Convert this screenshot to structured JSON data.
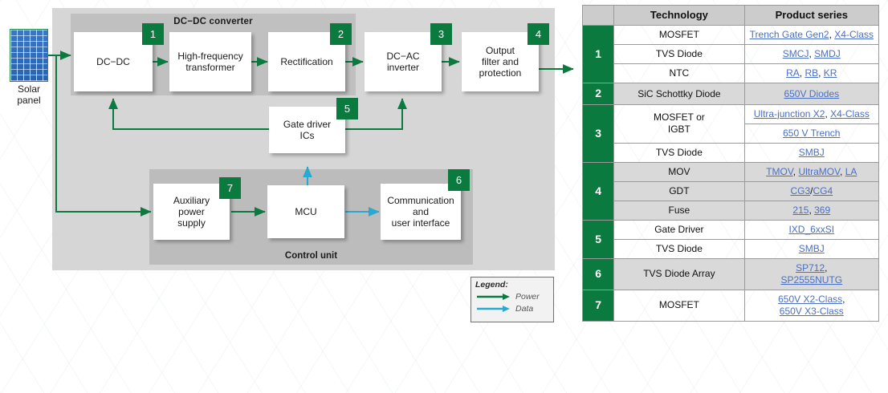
{
  "diagram": {
    "source": {
      "label": "Solar\npanel",
      "name": "solar-panel"
    },
    "groups": {
      "converter_label": "DC−DC converter",
      "control_label": "Control unit"
    },
    "blocks": [
      {
        "id": "dc-dc",
        "label": "DC−DC",
        "badge": "1"
      },
      {
        "id": "hf-xfmr",
        "label": "High-frequency\ntransformer",
        "badge": ""
      },
      {
        "id": "rectification",
        "label": "Rectification",
        "badge": "2"
      },
      {
        "id": "dc-ac",
        "label": "DC−AC\ninverter",
        "badge": "3"
      },
      {
        "id": "output-filter",
        "label": "Output\nfilter and\nprotection",
        "badge": "4"
      },
      {
        "id": "gate-driver",
        "label": "Gate driver\nICs",
        "badge": "5"
      },
      {
        "id": "aux-power",
        "label": "Auxiliary\npower\nsupply",
        "badge": "7"
      },
      {
        "id": "mcu",
        "label": "MCU",
        "badge": ""
      },
      {
        "id": "comm-ui",
        "label": "Communication\nand\nuser interface",
        "badge": "6"
      }
    ],
    "legend": {
      "title": "Legend:",
      "items": [
        {
          "label": "Power",
          "color": "#0b7a3e"
        },
        {
          "label": "Data",
          "color": "#29a8d0"
        }
      ]
    }
  },
  "table": {
    "headers": [
      "",
      "Technology",
      "Product series"
    ],
    "rows": [
      {
        "num": "1",
        "span": 3,
        "alt": false,
        "tech": "MOSFET",
        "products": [
          {
            "t": "Trench Gate Gen2",
            "link": true
          },
          {
            "t": ", ",
            "link": false
          },
          {
            "t": "X4-Class",
            "link": true
          }
        ]
      },
      {
        "num": "",
        "span": 0,
        "alt": false,
        "tech": "TVS Diode",
        "products": [
          {
            "t": "SMCJ",
            "link": true
          },
          {
            "t": ", ",
            "link": false
          },
          {
            "t": "SMDJ",
            "link": true
          }
        ]
      },
      {
        "num": "",
        "span": 0,
        "alt": false,
        "tech": "NTC",
        "products": [
          {
            "t": "RA",
            "link": true
          },
          {
            "t": ", ",
            "link": false
          },
          {
            "t": "RB",
            "link": true
          },
          {
            "t": ", ",
            "link": false
          },
          {
            "t": "KR",
            "link": true
          }
        ]
      },
      {
        "num": "2",
        "span": 1,
        "alt": true,
        "tech": "SiC Schottky Diode",
        "products": [
          {
            "t": "650V Diodes",
            "link": true
          }
        ]
      },
      {
        "num": "3",
        "span": 3,
        "alt": false,
        "tech": "MOSFET or\nIGBT",
        "products": [
          {
            "t": "Ultra-junction X2",
            "link": true
          },
          {
            "t": ", ",
            "link": false
          },
          {
            "t": "X4-Class",
            "link": true
          }
        ]
      },
      {
        "num": "",
        "span": 0,
        "alt": false,
        "tech": "",
        "products": [
          {
            "t": "650 V Trench",
            "link": true
          }
        ]
      },
      {
        "num": "",
        "span": 0,
        "alt": false,
        "tech": "TVS Diode",
        "products": [
          {
            "t": "SMBJ",
            "link": true
          }
        ]
      },
      {
        "num": "4",
        "span": 3,
        "alt": true,
        "tech": "MOV",
        "products": [
          {
            "t": "TMOV",
            "link": true
          },
          {
            "t": ", ",
            "link": false
          },
          {
            "t": "UltraMOV",
            "link": true
          },
          {
            "t": ", ",
            "link": false
          },
          {
            "t": "LA",
            "link": true
          }
        ]
      },
      {
        "num": "",
        "span": 0,
        "alt": true,
        "tech": "GDT",
        "products": [
          {
            "t": "CG3",
            "link": true
          },
          {
            "t": "/",
            "link": false
          },
          {
            "t": "CG4",
            "link": true
          }
        ]
      },
      {
        "num": "",
        "span": 0,
        "alt": true,
        "tech": "Fuse",
        "products": [
          {
            "t": "215",
            "link": true
          },
          {
            "t": ", ",
            "link": false
          },
          {
            "t": "369",
            "link": true
          }
        ]
      },
      {
        "num": "5",
        "span": 2,
        "alt": false,
        "tech": "Gate Driver",
        "products": [
          {
            "t": "IXD_6xxSI",
            "link": true
          }
        ]
      },
      {
        "num": "",
        "span": 0,
        "alt": false,
        "tech": "TVS Diode",
        "products": [
          {
            "t": "SMBJ",
            "link": true
          }
        ]
      },
      {
        "num": "6",
        "span": 1,
        "alt": true,
        "tech": "TVS Diode Array",
        "products": [
          {
            "t": "SP712",
            "link": true
          },
          {
            "t": ", ",
            "link": false
          },
          {
            "t": "\n",
            "link": false
          },
          {
            "t": "SP2555NUTG",
            "link": true
          }
        ]
      },
      {
        "num": "7",
        "span": 1,
        "alt": false,
        "tech": "MOSFET",
        "products": [
          {
            "t": "650V X2-Class",
            "link": true
          },
          {
            "t": ", ",
            "link": false
          },
          {
            "t": "\n",
            "link": false
          },
          {
            "t": "650V X3-Class",
            "link": true
          }
        ]
      }
    ]
  },
  "colors": {
    "green": "#0b7a3e",
    "data_blue": "#29a8d0",
    "link": "#4a6fc4",
    "panel_blue": "#2f6fbd",
    "outer_gray": "#d6d6d6",
    "band_gray": "#c0c0c0"
  }
}
